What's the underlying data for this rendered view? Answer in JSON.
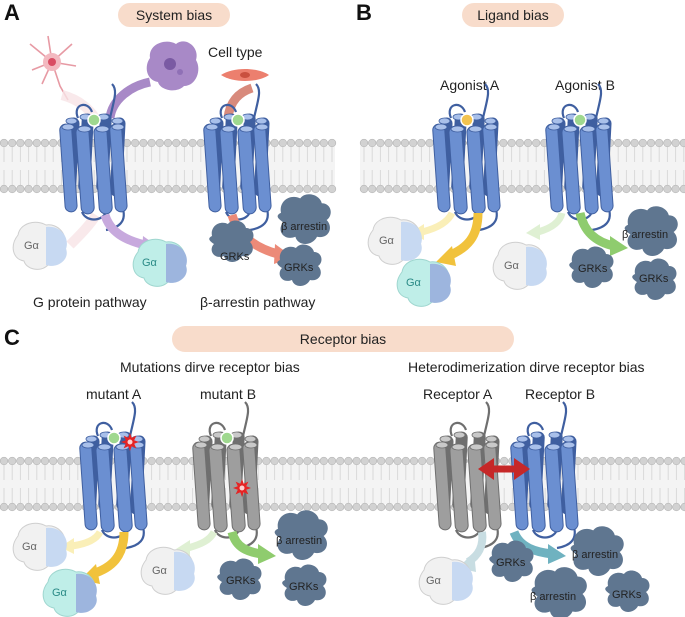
{
  "panels": {
    "a": {
      "letter": "A",
      "title": "System bias",
      "cell_type": "Cell type",
      "g_protein_pathway": "G protein pathway",
      "arrestin_pathway": "β-arrestin pathway"
    },
    "b": {
      "letter": "B",
      "title": "Ligand bias",
      "agonist_a": "Agonist A",
      "agonist_b": "Agonist B"
    },
    "c": {
      "letter": "C",
      "title": "Receptor bias",
      "left_subtitle": "Mutations dirve receptor bias",
      "right_subtitle": "Heterodimerization dirve receptor bias",
      "mutant_a": "mutant A",
      "mutant_b": "mutant B",
      "receptor_a": "Receptor A",
      "receptor_b": "Receptor B"
    }
  },
  "labels": {
    "galpha": "Gα",
    "grks": "GRKs",
    "beta_arrestin": "β arrestin"
  },
  "colors": {
    "receptor_blue": "#6b8fd1",
    "receptor_gray": "#9e9e9e",
    "pill_bg": "#f8dccb",
    "membrane": "#cfcfcf",
    "ligand": "#9fd88f",
    "agonist_a": "#f2c350",
    "grk": "#5f7690",
    "arrow_purple": "#b58fce",
    "arrow_salmon": "#ec8a78",
    "arrow_yellow": "#f1c23c",
    "arrow_green": "#8fcc6e",
    "arrow_teal": "#6fb2c0",
    "dimer_arrow": "#c62828"
  }
}
